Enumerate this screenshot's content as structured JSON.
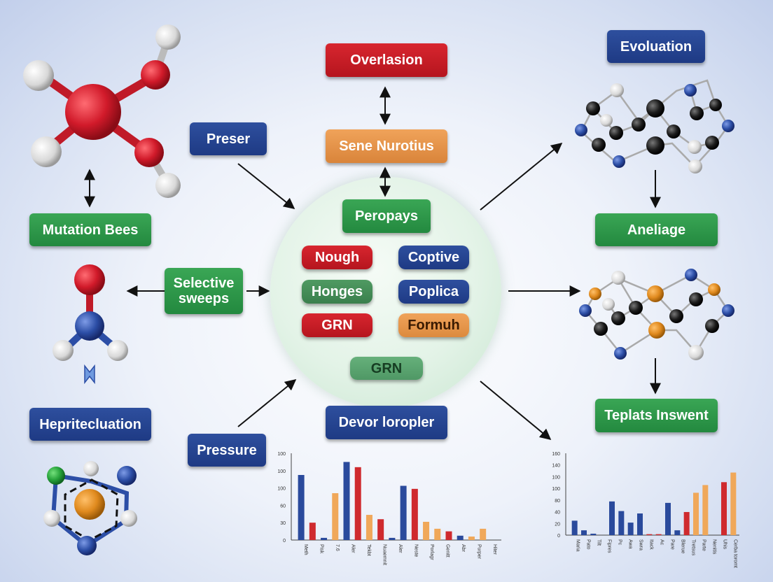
{
  "labels": {
    "overlasion": "Overlasion",
    "evoluation": "Evoluation",
    "preser": "Preser",
    "sene_nurotius": "Sene Nurotius",
    "mutation_bees": "Mutation Bees",
    "peropays": "Peropays",
    "aneliage": "Aneliage",
    "nough": "Nough",
    "coptive": "Coptive",
    "selective_sweeps": "Selective\nsweeps",
    "honges": "Honges",
    "poplica": "Poplica",
    "grn_1": "GRN",
    "formuh": "Formuh",
    "grn_2": "GRN",
    "hepritecluation": "Hepritecluation",
    "devor_loropler": "Devor loropler",
    "teplats_inswent": "Teplats Inswent",
    "pressure": "Pressure"
  },
  "colors": {
    "blue": "#1e3a84",
    "green": "#23893f",
    "red": "#b5151e",
    "orange": "#d9843a"
  },
  "chart_data": [
    {
      "type": "bar",
      "yticks": [
        "100",
        "100",
        "100",
        "60",
        "30",
        "0"
      ],
      "categories": [
        "Meth",
        "Pisk",
        "7.6",
        "Aler",
        "Tekbt",
        "Nuaemnit",
        "Aler",
        "Neste",
        "Porlagr",
        "Genitt",
        "Abr",
        "Purper",
        "Hiter"
      ],
      "series": [
        {
          "color": "#2a4a9c",
          "values": [
            150,
            0,
            5,
            0,
            180,
            0,
            0,
            0,
            5,
            125,
            0,
            0,
            0,
            0,
            10,
            0,
            0,
            0
          ]
        },
        {
          "color": "#cf2a2e",
          "values": [
            0,
            40,
            0,
            0,
            0,
            168,
            0,
            48,
            0,
            0,
            118,
            0,
            0,
            20,
            0,
            0,
            0,
            0
          ]
        },
        {
          "color": "#f0a85a",
          "values": [
            0,
            0,
            0,
            108,
            0,
            0,
            58,
            0,
            0,
            0,
            0,
            42,
            26,
            0,
            0,
            8,
            26,
            0
          ]
        }
      ]
    },
    {
      "type": "bar",
      "yticks": [
        "160",
        "140",
        "100",
        "100",
        "80",
        "40",
        "20",
        "0"
      ],
      "categories": [
        "Maria",
        "Pato",
        "Tilt",
        "Fipres",
        "Pc",
        "Awa",
        "Swra",
        "Itack",
        "Ac",
        "Pare",
        "Blerue",
        "Tretsus",
        "Parte",
        "Nenitis",
        "Uhis",
        "Cerba toromt"
      ],
      "series": [
        {
          "color": "#2a4a9c",
          "values": [
            30,
            10,
            3,
            0,
            70,
            50,
            26,
            45,
            0,
            0,
            67,
            10,
            0,
            0,
            0,
            0,
            0,
            0
          ]
        },
        {
          "color": "#cf2a2e",
          "values": [
            0,
            0,
            0,
            0,
            0,
            0,
            0,
            0,
            2,
            2,
            0,
            0,
            48,
            0,
            0,
            0,
            110,
            0
          ]
        },
        {
          "color": "#f0a85a",
          "values": [
            0,
            0,
            0,
            0,
            0,
            0,
            0,
            0,
            0,
            0,
            0,
            0,
            0,
            88,
            104,
            0,
            0,
            130
          ]
        }
      ]
    }
  ]
}
